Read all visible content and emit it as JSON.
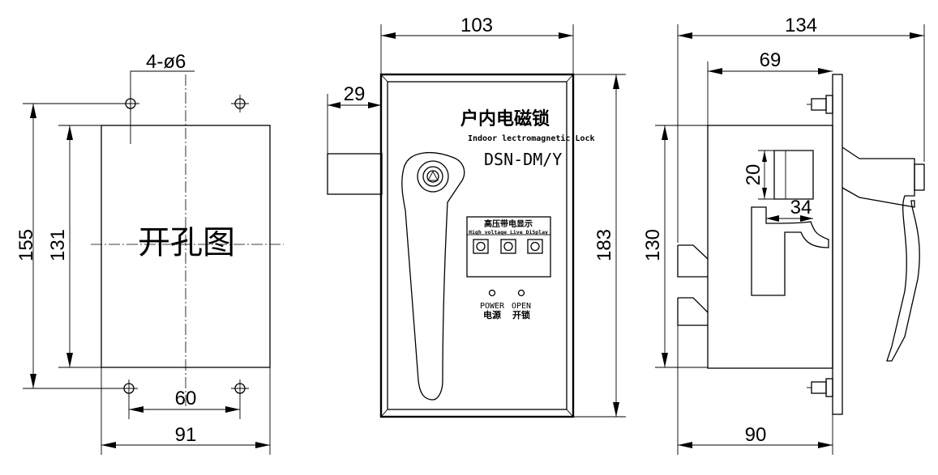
{
  "cutout_view": {
    "hole_label": "4-ø6",
    "title": "开孔图",
    "dims": {
      "height_outer": "155",
      "height_inner": "131",
      "hole_spacing": "60",
      "width": "91"
    }
  },
  "front_view": {
    "dims": {
      "width": "103",
      "shaft": "29",
      "height": "183"
    },
    "name_cn": "户内电磁锁",
    "name_en": "Indoor lectromagnetic Lock",
    "model": "DSN-DM/Y",
    "display_title_cn": "高压带电显示",
    "display_title_en": "High voltage Live DiSplay",
    "power_en": "POWER",
    "power_cn": "电源",
    "open_en": "OPEN",
    "open_cn": "开锁"
  },
  "side_view": {
    "dims": {
      "total": "134",
      "body_depth": "69",
      "slot": "20",
      "slot_depth": "34",
      "height": "130",
      "base": "90"
    }
  }
}
